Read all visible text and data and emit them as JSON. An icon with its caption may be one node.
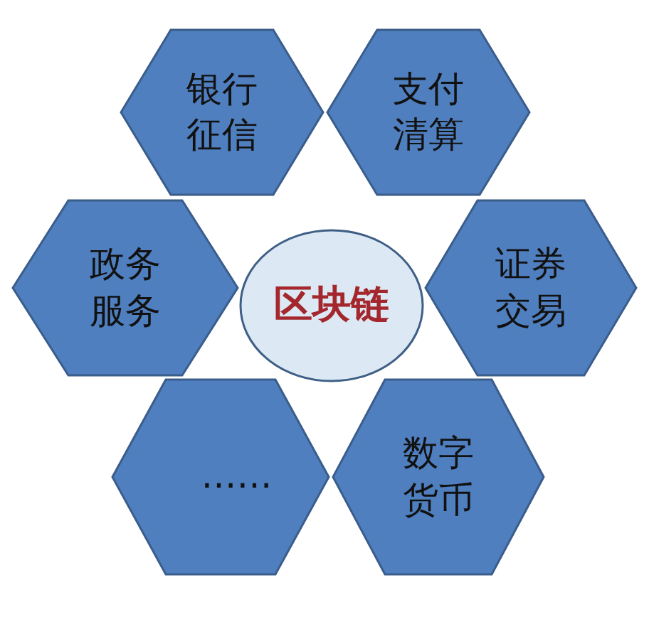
{
  "diagram": {
    "nodes": [
      {
        "text": [
          "银行征信"
        ]
      },
      {
        "text": [
          "支付清算"
        ]
      },
      {
        "text": [
          "政务服务"
        ]
      },
      {
        "text": [
          "区块链"
        ]
      },
      {
        "text": [
          "证券交易"
        ]
      },
      {
        "text": [
          "……"
        ]
      },
      {
        "text": [
          "数字货币"
        ]
      }
    ]
  }
}
